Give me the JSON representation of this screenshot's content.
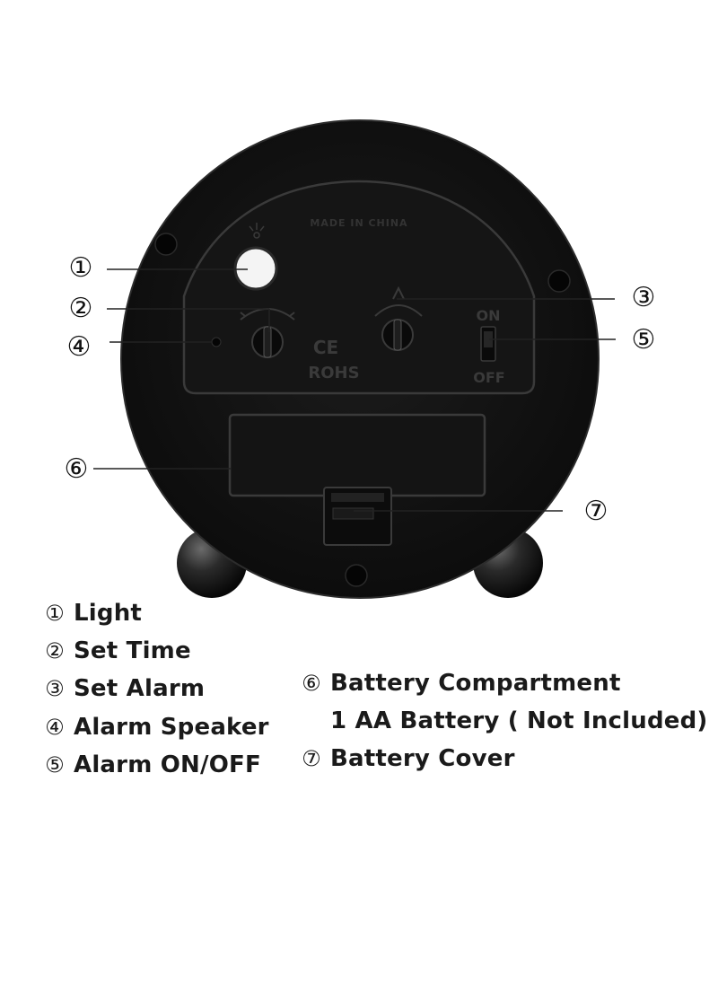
{
  "clock": {
    "made_in": "MADE IN CHINA",
    "ce_mark": "CE",
    "rohs": "ROHS",
    "switch_on": "ON",
    "switch_off": "OFF"
  },
  "callouts": [
    "①",
    "②",
    "③",
    "④",
    "⑤",
    "⑥",
    "⑦"
  ],
  "legend": {
    "left": [
      {
        "num": "①",
        "text": "Light"
      },
      {
        "num": "②",
        "text": "Set Time"
      },
      {
        "num": "③",
        "text": "Set Alarm"
      },
      {
        "num": "④",
        "text": "Alarm Speaker"
      },
      {
        "num": "⑤",
        "text": "Alarm ON/OFF"
      }
    ],
    "right": [
      {
        "num": "⑥",
        "text": "Battery Compartment"
      },
      {
        "num": "",
        "text": "1 AA Battery ( Not Included)"
      },
      {
        "num": "⑦",
        "text": "Battery Cover"
      }
    ]
  }
}
